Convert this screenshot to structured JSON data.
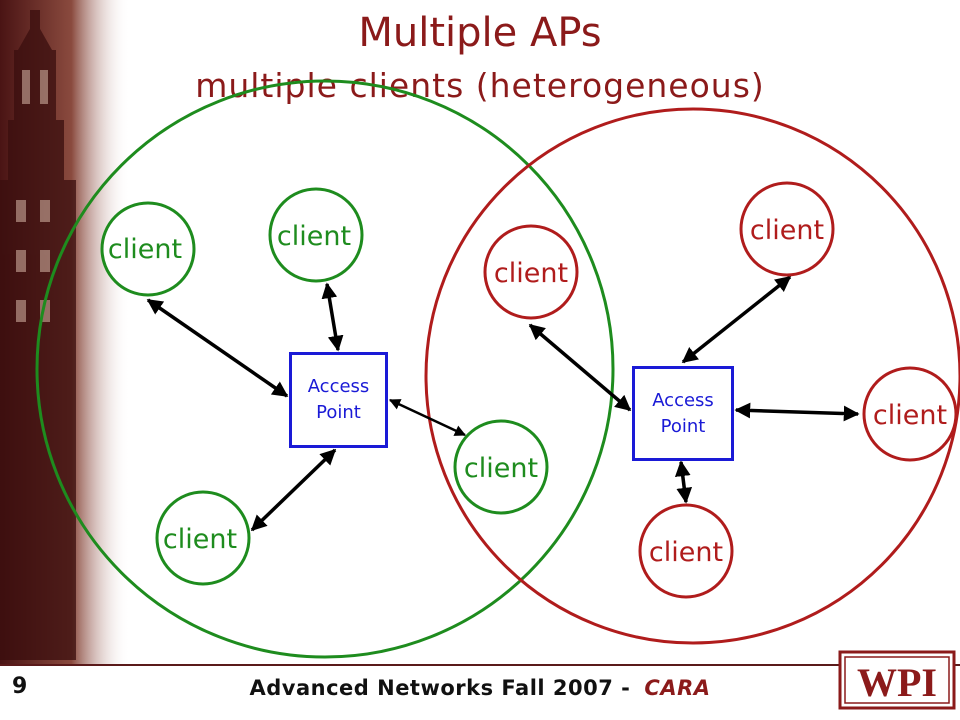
{
  "title": "Multiple APs",
  "subtitle": "multiple clients (heterogeneous)",
  "client_label": "client",
  "access_point_label": "Access\nPoint",
  "footer": {
    "page_number": "9",
    "course": "Advanced Networks Fall 2007 -",
    "author": "CARA",
    "logo_text": "WPI"
  },
  "colors": {
    "title": "#8b1a1a",
    "green_cell": "#1e8c1e",
    "red_cell": "#b01c1c",
    "access_point": "#1a1ad6"
  },
  "diagram": {
    "cells": [
      {
        "name": "green-coverage-area",
        "color": "green",
        "clients": 4
      },
      {
        "name": "red-coverage-area",
        "color": "red",
        "clients": 4
      }
    ]
  }
}
